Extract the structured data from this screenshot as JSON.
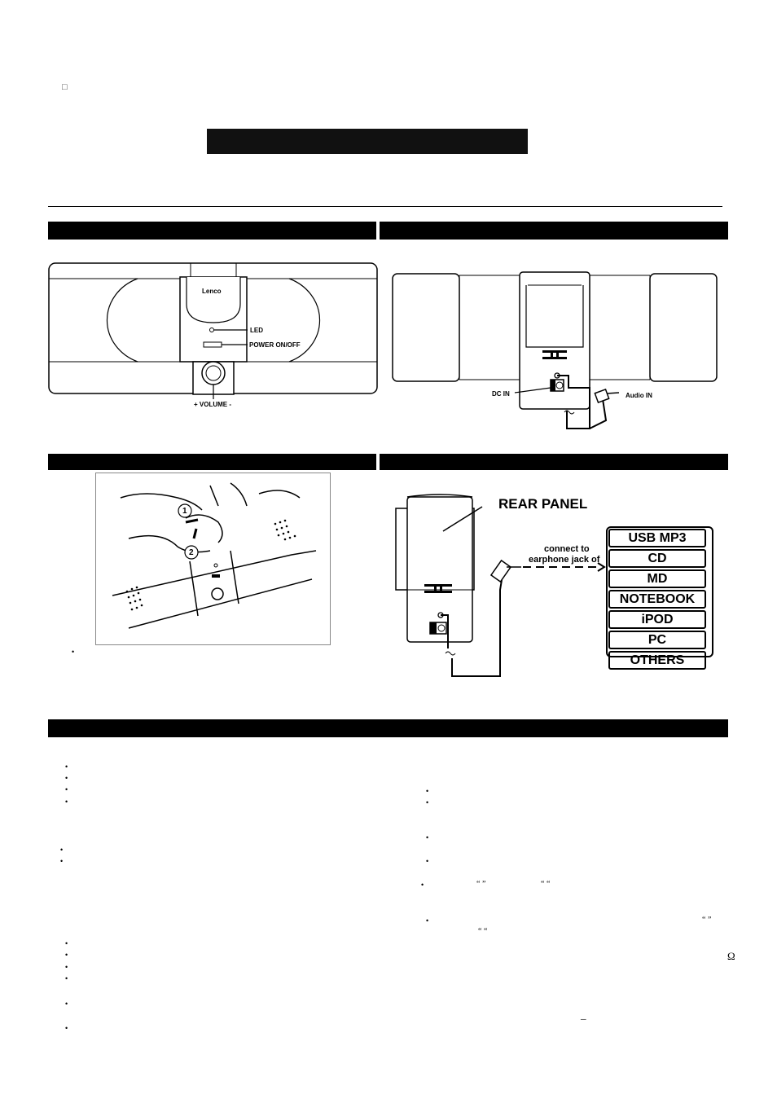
{
  "page": {
    "corner_glyph": "□"
  },
  "fig_front": {
    "brand": "Lenco",
    "led_label": "LED",
    "power_label": "POWER ON/OFF",
    "volume_label": "+ VOLUME -"
  },
  "fig_back": {
    "dc_in_label": "DC IN",
    "audio_in_label": "Audio IN"
  },
  "fig_connect": {
    "rear_panel_label": "REAR PANEL",
    "connect_line1": "connect to",
    "connect_line2": "earphone jack of",
    "sources": [
      "USB MP3",
      "CD",
      "MD",
      "NOTEBOOK",
      "iPOD",
      "PC",
      "OTHERS"
    ]
  },
  "fig_battery": {
    "step1": "1",
    "step2": "2"
  },
  "symbols": {
    "bullet": "•",
    "quote_pair": "“ ”",
    "quote_open_pair": "“ “",
    "omega": "Ω",
    "underscore": "_"
  }
}
